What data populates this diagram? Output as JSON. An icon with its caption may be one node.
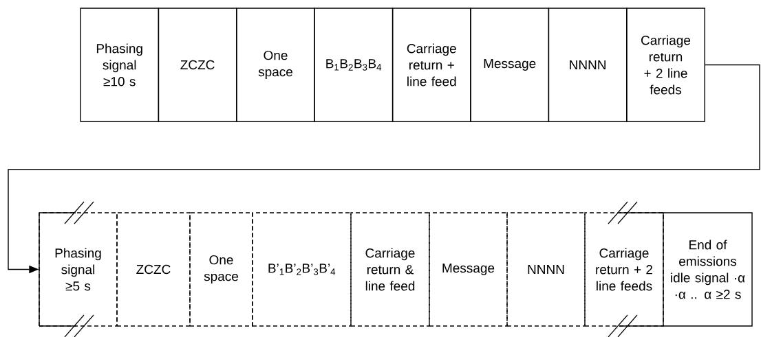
{
  "diagram": {
    "nodes": [
      {
        "text": [
          "Phasing signal ≥10 s"
        ]
      },
      {
        "text": [
          "ZCZC"
        ]
      },
      {
        "text": [
          "One space"
        ]
      },
      {
        "text": [
          "B$_{1}$B$_{2}$B$_{3}$B$_{4}$"
        ]
      },
      {
        "text": [
          "Carriage return + line feed"
        ]
      },
      {
        "text": [
          "Message"
        ]
      },
      {
        "text": [
          "NNNN"
        ]
      },
      {
        "text": [
          "Carriage return + 2 line feeds"
        ]
      },
      {
        "text": [
          "Phasing signal ≥5 s"
        ]
      },
      {
        "text": [
          "ZCZC"
        ]
      },
      {
        "text": [
          "One space"
        ]
      },
      {
        "text": [
          "B’$_{1}$B’$_{2}$B’$_{3}$B’$_{4}$"
        ]
      },
      {
        "text": [
          "Carriage return & line feed"
        ]
      },
      {
        "text": [
          "Message"
        ]
      },
      {
        "text": [
          "NNNN"
        ]
      },
      {
        "text": [
          "Carriage return + 2 line feeds"
        ]
      },
      {
        "text": [
          "End of emissions idle signal ·α ·α .. α ≥2 s"
        ]
      }
    ],
    "edges": [
      {
        "from": 7,
        "to": 8,
        "arrow": "to"
      }
    ]
  }
}
